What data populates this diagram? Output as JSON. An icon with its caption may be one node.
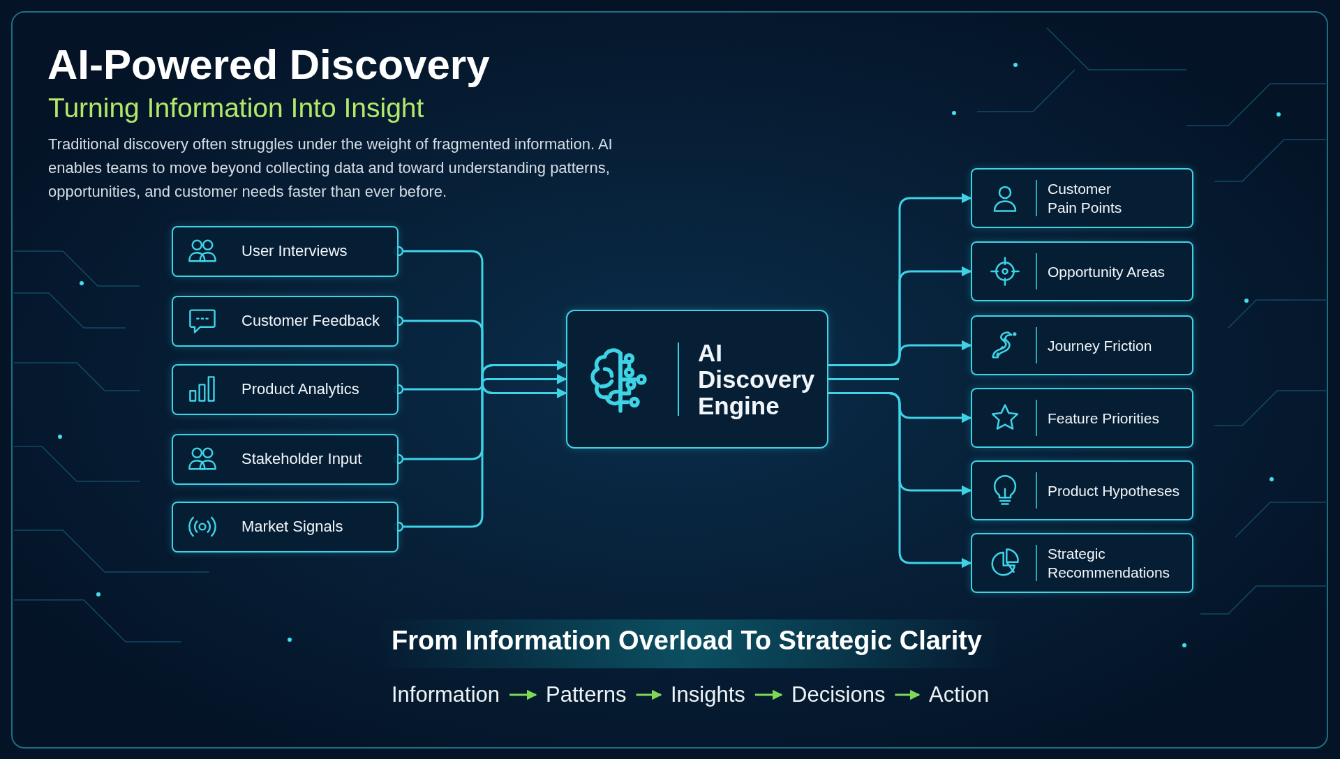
{
  "diagram": {
    "title": "AI-Powered Discovery",
    "nodes": [
      {
        "text": [
          "User Interviews"
        ]
      },
      {
        "text": [
          "Customer Feedback"
        ]
      },
      {
        "text": [
          "Product Analytics"
        ]
      },
      {
        "text": [
          "Stakeholder Input"
        ]
      },
      {
        "text": [
          "Market Signals"
        ]
      },
      {
        "text": [
          "AI Discovery Engine"
        ]
      },
      {
        "text": [
          "Customer Pain Points"
        ]
      },
      {
        "text": [
          "Opportunity Areas"
        ]
      },
      {
        "text": [
          "Journey Friction"
        ]
      },
      {
        "text": [
          "Feature Priorities"
        ]
      },
      {
        "text": [
          "Product Hypotheses"
        ]
      },
      {
        "text": [
          "Strategic Recommendations"
        ]
      },
      {
        "text": [
          "Information"
        ]
      },
      {
        "text": [
          "Patterns"
        ]
      },
      {
        "text": [
          "Insights"
        ]
      },
      {
        "text": [
          "Decisions"
        ]
      },
      {
        "text": [
          "Action"
        ]
      }
    ],
    "edges": [
      {
        "from": 0,
        "to": 5,
        "arrow": "to"
      },
      {
        "from": 1,
        "to": 5,
        "arrow": "to"
      },
      {
        "from": 2,
        "to": 5,
        "arrow": "to"
      },
      {
        "from": 3,
        "to": 5,
        "arrow": "to"
      },
      {
        "from": 4,
        "to": 5,
        "arrow": "to"
      },
      {
        "from": 5,
        "to": 6,
        "arrow": "to"
      },
      {
        "from": 5,
        "to": 7,
        "arrow": "to"
      },
      {
        "from": 5,
        "to": 8,
        "arrow": "to"
      },
      {
        "from": 5,
        "to": null,
        "arrow": "none"
      },
      {
        "from": 5,
        "to": 9,
        "arrow": "to"
      },
      {
        "from": 5,
        "to": 10,
        "arrow": "to"
      },
      {
        "from": 5,
        "to": 11,
        "arrow": "to"
      },
      {
        "from": 12,
        "to": 13,
        "arrow": "to",
        "color": "#7ed957"
      },
      {
        "from": 13,
        "to": 14,
        "arrow": "to",
        "color": "#7ed957"
      },
      {
        "from": 14,
        "to": 15,
        "arrow": "to",
        "color": "#7ed957"
      },
      {
        "from": 15,
        "to": 16,
        "arrow": "to",
        "color": "#7ed957"
      }
    ],
    "labels": [
      "Turning Information Into Insight",
      "Traditional discovery often struggles under the weight of fragmented information. AI enables teams to move beyond collecting data and toward understanding patterns, opportunities, and customer needs faster than ever before.",
      "From Information Overload To Strategic Clarity"
    ]
  }
}
